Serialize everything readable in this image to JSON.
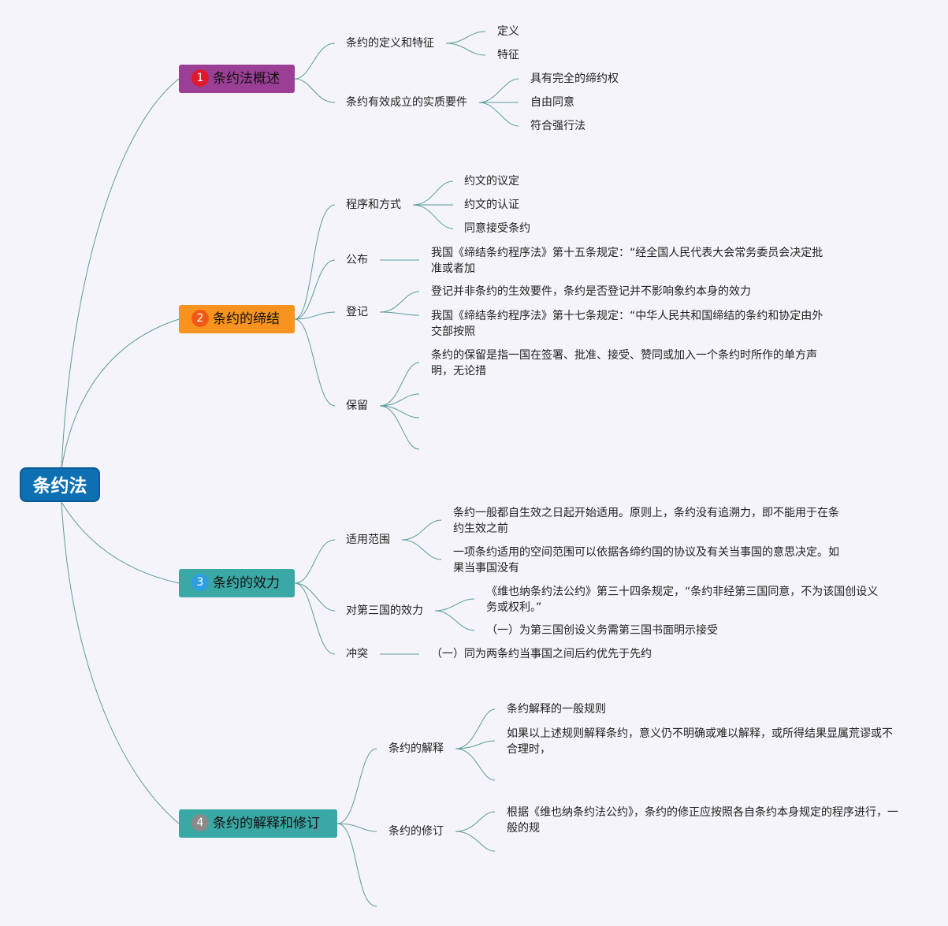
{
  "root": {
    "label": "条约法"
  },
  "branches": [
    {
      "number": "1",
      "label": "条约法概述",
      "color": "#9b3f96",
      "badge_color": "#e0192d"
    },
    {
      "number": "2",
      "label": "条约的缔结",
      "color": "#f7931e",
      "badge_color": "#f05a16"
    },
    {
      "number": "3",
      "label": "条约的效力",
      "color": "#3aa8a5",
      "badge_color": "#2d9fe0"
    },
    {
      "number": "4",
      "label": "条约的解释和修订",
      "color": "#3aa8a5",
      "badge_color": "#8a8a8a"
    }
  ],
  "subtopics": {
    "definition": "条约的定义和特征",
    "requirements": "条约有效成立的实质要件",
    "procedure": "程序和方式",
    "publication": "公布",
    "registration": "登记",
    "reservation": "保留",
    "scope": "适用范围",
    "third_party": "对第三国的效力",
    "conflict": "冲突",
    "interpretation": "条约的解释",
    "amendment": "条约的修订"
  },
  "leaves": {
    "definition": [
      "定义",
      "特征"
    ],
    "requirements": [
      "具有完全的缔约权",
      "自由同意",
      "符合强行法"
    ],
    "procedure": [
      "约文的议定",
      "约文的认证",
      "同意接受条约"
    ],
    "publication": [
      "我国《缔结条约程序法》第十五条规定：“经全国人民代表大会常务委员会决定批准或者加"
    ],
    "registration": [
      "登记并非条约的生效要件，条约是否登记并不影响象约本身的效力",
      "我国《缔结条约程序法》第十七条规定：“中华人民共和国缔结的条约和协定由外交部按照"
    ],
    "reservation": [
      "条约的保留是指一国在签署、批准、接受、赞同或加入一个条约时所作的单方声明，无论措"
    ],
    "scope": [
      "条约一般都自生效之日起开始适用。原则上，条约没有追溯力，即不能用于在条约生效之前",
      "一项条约适用的空间范围可以依据各缔约国的协议及有关当事国的意思决定。如果当事国没有"
    ],
    "third_party": [
      "《维也纳条约法公约》第三十四条规定，“条约非经第三国同意，不为该国创设义务或权利。”",
      "（一）为第三国创设义务需第三国书面明示接受"
    ],
    "conflict": [
      "（一）同为两条约当事国之间后约优先于先约"
    ],
    "interpretation": [
      "条约解释的一般规则",
      "如果以上述规则解释条约，意义仍不明确或难以解释，或所得结果显属荒谬或不合理时，"
    ],
    "amendment": [
      "根据《维也纳条约法公约》，条约的修正应按照各自条约本身规定的程序进行，一般的规"
    ]
  }
}
